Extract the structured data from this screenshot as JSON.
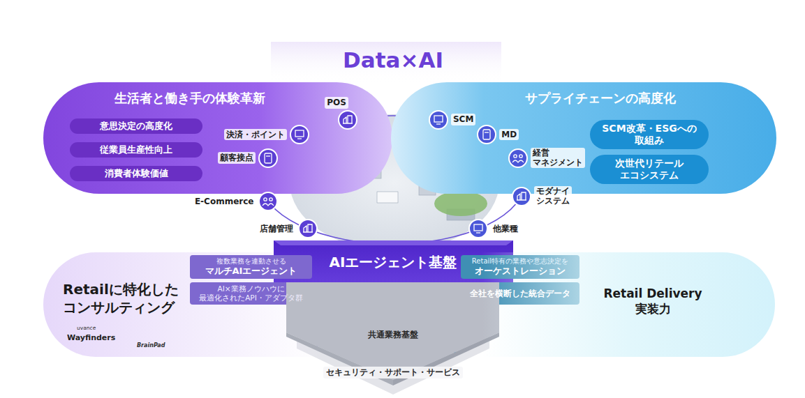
{
  "diagram": {
    "title": "Data×AI",
    "nodes": [
      {
        "text": [
          "生活者と働き手の体験革新"
        ]
      },
      {
        "text": [
          "意思決定の高度化"
        ],
        "in": 0
      },
      {
        "text": [
          "従業員生産性向上"
        ],
        "in": 0
      },
      {
        "text": [
          "消費者体験価値"
        ],
        "in": 0
      },
      {
        "text": [
          "サプライチェーンの高度化"
        ]
      },
      {
        "text": [
          "SCM改革・ESGへの 取組み"
        ],
        "in": 4
      },
      {
        "text": [
          "次世代リテール エコシステム"
        ],
        "in": 4
      },
      {
        "text": [
          "POS"
        ]
      },
      {
        "text": [
          "決済・ポイント"
        ]
      },
      {
        "text": [
          "顧客接点"
        ]
      },
      {
        "text": [
          "E-Commerce"
        ]
      },
      {
        "text": [
          "店舗管理"
        ]
      },
      {
        "text": [
          "SCM"
        ]
      },
      {
        "text": [
          "MD"
        ]
      },
      {
        "text": [
          "経営 マネジメント"
        ]
      },
      {
        "text": [
          "モダナイ システム"
        ]
      },
      {
        "text": [
          "他業種"
        ]
      },
      {
        "text": [
          "Retailに特化した コンサルティング"
        ]
      },
      {
        "text": [
          "AIエージェント基盤"
        ]
      },
      {
        "text": [
          "複数業務を連動させる",
          "マルチAIエージェント"
        ],
        "in": 18
      },
      {
        "text": [
          "AI×業務ノウハウに 最適化されたAPI・アダプタ群"
        ],
        "in": 18
      },
      {
        "text": [
          "Retail特有の業務や意志決定を",
          "オーケストレーション"
        ],
        "in": 18
      },
      {
        "text": [
          "全社を横断した統合データ"
        ],
        "in": 18
      },
      {
        "text": [
          "共通業務基盤"
        ]
      },
      {
        "text": [
          "Retail Delivery 実装力"
        ]
      }
    ],
    "labels": [
      "uvance",
      "Wayfinders",
      "BrainPad",
      "セキュリティ・サポート・サービス"
    ]
  }
}
